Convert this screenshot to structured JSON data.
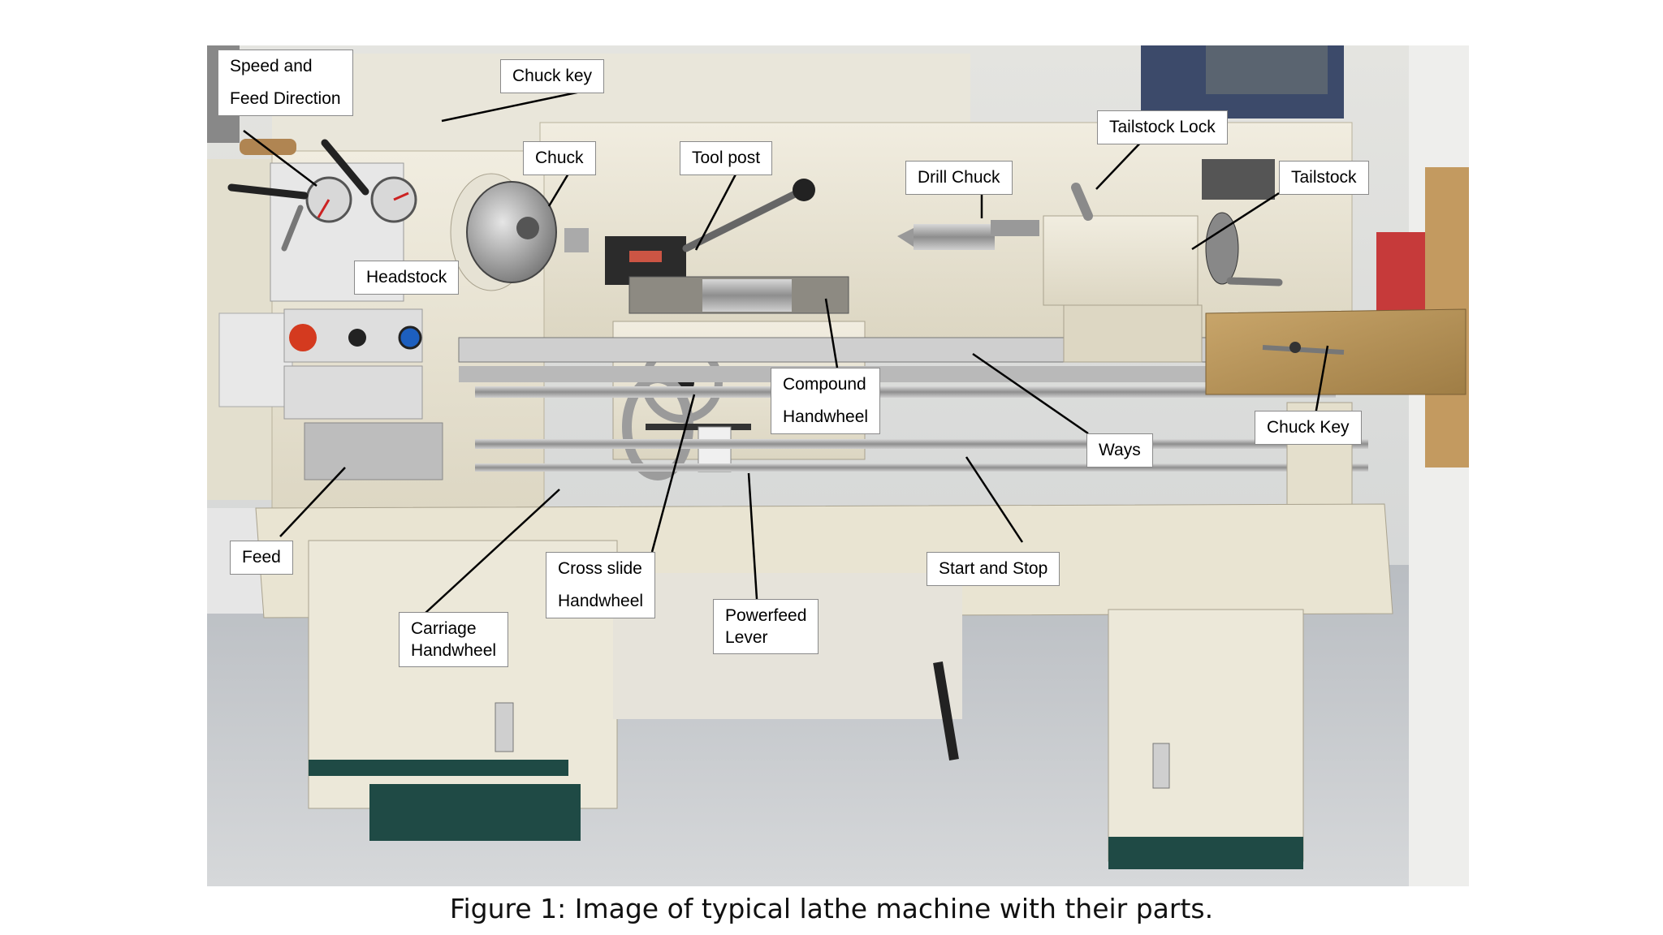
{
  "figure": {
    "caption": "Figure 1: Image of typical lathe machine with their parts.",
    "labels": {
      "speed_feed": [
        "Speed and",
        "Feed Direction"
      ],
      "chuck_key_top": [
        "Chuck key"
      ],
      "chuck": [
        "Chuck"
      ],
      "tool_post": [
        "Tool post"
      ],
      "tailstock_lock": [
        "Tailstock Lock"
      ],
      "drill_chuck": [
        "Drill Chuck"
      ],
      "tailstock": [
        "Tailstock"
      ],
      "headstock": [
        "Headstock"
      ],
      "compound_handwheel": [
        "Compound",
        "Handwheel"
      ],
      "ways": [
        "Ways"
      ],
      "chuck_key_right": [
        "Chuck Key"
      ],
      "feed": [
        "Feed"
      ],
      "cross_slide_handwheel": [
        "Cross slide",
        "Handwheel"
      ],
      "start_stop": [
        "Start and Stop"
      ],
      "carriage_handwheel": [
        "Carriage",
        "Handwheel"
      ],
      "powerfeed_lever": [
        "Powerfeed",
        "Lever"
      ]
    },
    "colors": {
      "machine_cream": "#e9e4d3",
      "base_green": "#1f4a45",
      "floor": "#c9ccd0",
      "wall": "#dfe0dc",
      "leader_line": "#000000"
    }
  }
}
